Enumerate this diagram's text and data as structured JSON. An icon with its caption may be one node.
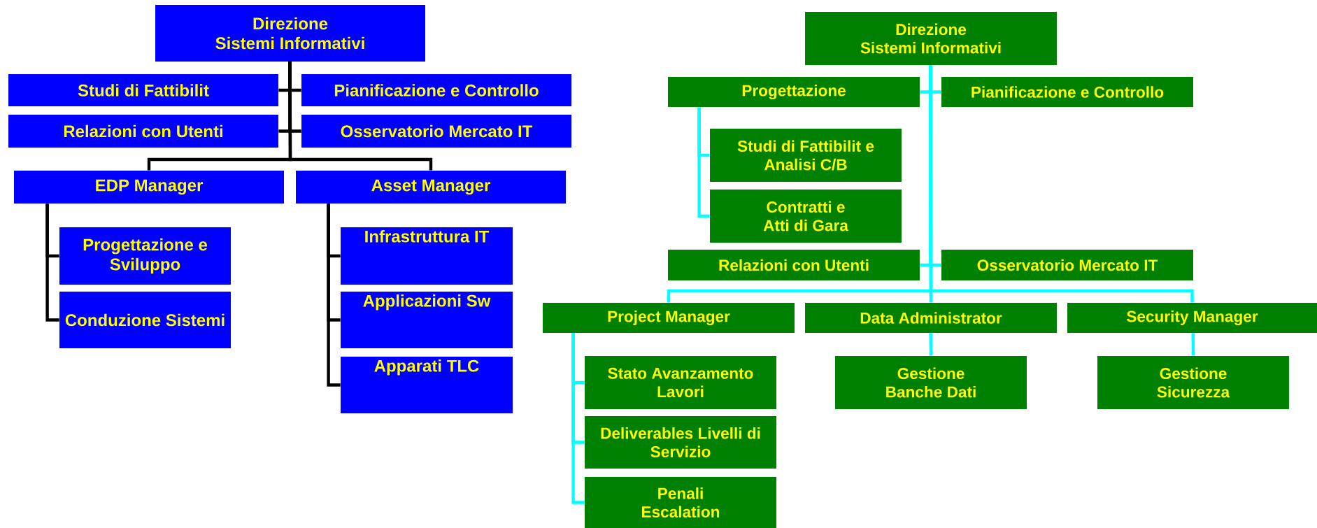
{
  "diagram": {
    "nodes": [
      {
        "text": [
          "Direzione Sistemi Informativi"
        ]
      },
      {
        "text": [
          "Studi di Fattibilit"
        ]
      },
      {
        "text": [
          "Pianificazione e Controllo"
        ]
      },
      {
        "text": [
          "Relazioni con Utenti"
        ]
      },
      {
        "text": [
          "Osservatorio Mercato IT"
        ]
      },
      {
        "text": [
          "EDP Manager"
        ]
      },
      {
        "text": [
          "Asset Manager"
        ]
      },
      {
        "text": [
          "Progettazione e Sviluppo"
        ]
      },
      {
        "text": [
          "Conduzione Sistemi"
        ]
      },
      {
        "text": [
          "Infrastruttura IT"
        ]
      },
      {
        "text": [
          "Applicazioni Sw"
        ]
      },
      {
        "text": [
          "Apparati TLC"
        ]
      },
      {
        "text": [
          "Direzione Sistemi Informativi"
        ]
      },
      {
        "text": [
          "Progettazione"
        ]
      },
      {
        "text": [
          "Pianificazione e Controllo"
        ]
      },
      {
        "text": [
          "Studi di Fattibilit e Analisi C/B"
        ]
      },
      {
        "text": [
          "Contratti e Atti di Gara"
        ]
      },
      {
        "text": [
          "Relazioni con Utenti"
        ]
      },
      {
        "text": [
          "Osservatorio Mercato IT"
        ]
      },
      {
        "text": [
          "Project Manager"
        ]
      },
      {
        "text": [
          "Data Administrator"
        ]
      },
      {
        "text": [
          "Security Manager"
        ]
      },
      {
        "text": [
          "Stato Avanzamento Lavori"
        ]
      },
      {
        "text": [
          "Deliverables Livelli di Servizio"
        ]
      },
      {
        "text": [
          "Penali Escalation"
        ]
      },
      {
        "text": [
          "Gestione Banche Dati"
        ]
      },
      {
        "text": [
          "Gestione Sicurezza"
        ]
      }
    ],
    "edges": [
      {
        "from": 0,
        "to": 1,
        "arrow": "none",
        "color": "#000000"
      },
      {
        "from": 0,
        "to": 2,
        "arrow": "none",
        "color": "#000000"
      },
      {
        "from": 0,
        "to": 3,
        "arrow": "none",
        "color": "#000000"
      },
      {
        "from": 0,
        "to": 4,
        "arrow": "none",
        "color": "#000000"
      },
      {
        "from": 0,
        "to": 5,
        "arrow": "none",
        "color": "#000000"
      },
      {
        "from": 0,
        "to": 6,
        "arrow": "none",
        "color": "#000000"
      },
      {
        "from": 5,
        "to": 7,
        "arrow": "none",
        "color": "#000000"
      },
      {
        "from": 5,
        "to": 8,
        "arrow": "none",
        "color": "#000000"
      },
      {
        "from": 6,
        "to": 9,
        "arrow": "none",
        "color": "#000000"
      },
      {
        "from": 6,
        "to": 10,
        "arrow": "none",
        "color": "#000000"
      },
      {
        "from": 6,
        "to": 11,
        "arrow": "none",
        "color": "#000000"
      },
      {
        "from": 12,
        "to": 13,
        "arrow": "none"
      },
      {
        "from": 12,
        "to": 14,
        "arrow": "none"
      },
      {
        "from": 12,
        "to": 17,
        "arrow": "none"
      },
      {
        "from": 12,
        "to": 18,
        "arrow": "none"
      },
      {
        "from": 12,
        "to": 19,
        "arrow": "none"
      },
      {
        "from": 12,
        "to": 20,
        "arrow": "none"
      },
      {
        "from": 12,
        "to": 21,
        "arrow": "none"
      },
      {
        "from": 13,
        "to": 15,
        "arrow": "none"
      },
      {
        "from": 13,
        "to": 16,
        "arrow": "none"
      },
      {
        "from": 19,
        "to": 22,
        "arrow": "none"
      },
      {
        "from": 19,
        "to": 23,
        "arrow": "none"
      },
      {
        "from": 19,
        "to": 24,
        "arrow": "none"
      },
      {
        "from": 20,
        "to": 25,
        "arrow": "none"
      },
      {
        "from": 21,
        "to": 26,
        "arrow": "none"
      }
    ]
  }
}
